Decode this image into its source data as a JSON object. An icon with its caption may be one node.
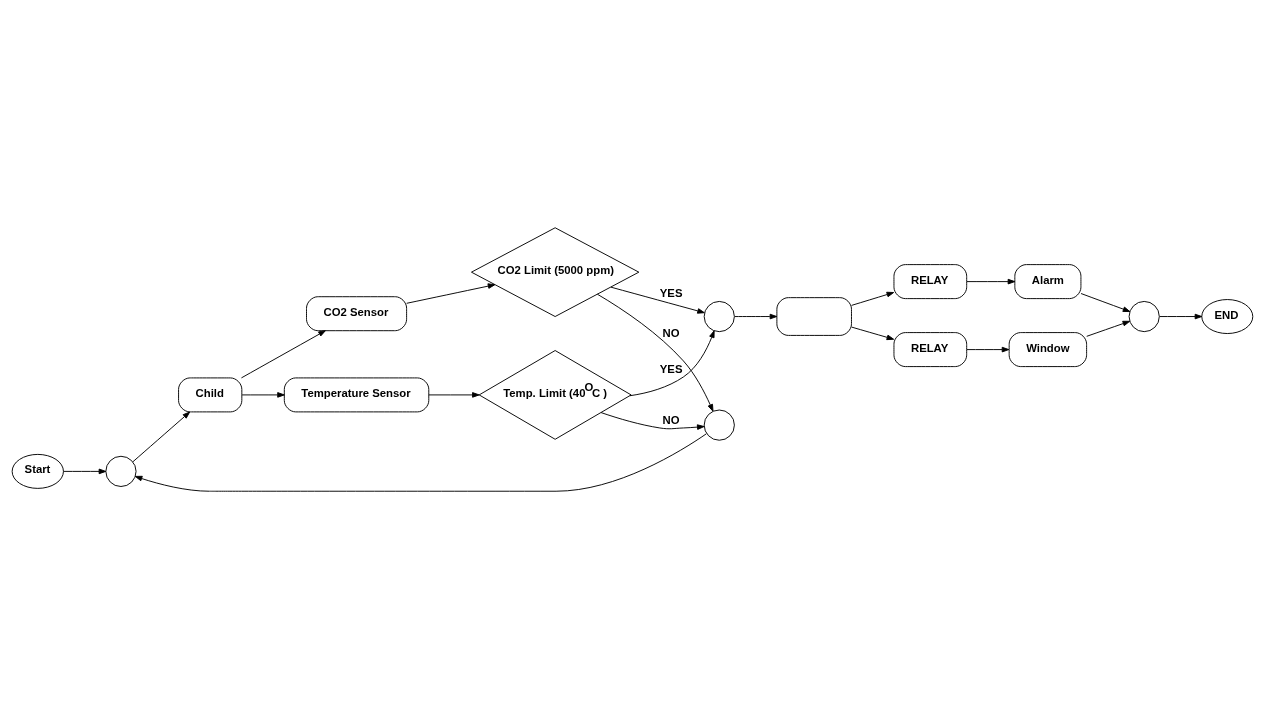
{
  "diagram": {
    "nodes": [
      {
        "text": [
          "Start"
        ]
      },
      {
        "text": [],
        "shape": "circle"
      },
      {
        "text": [
          "Child"
        ]
      },
      {
        "text": [
          "CO2 Sensor"
        ]
      },
      {
        "text": [
          "Temperature Sensor"
        ]
      },
      {
        "text": [
          "CO2 Limit (5000 ppm)"
        ]
      },
      {
        "text": [
          "Temp. Limit (40$^{O}$C )"
        ]
      },
      {
        "text": [],
        "shape": "circle"
      },
      {
        "text": [],
        "shape": "circle"
      },
      {
        "text": [],
        "shape": "box"
      },
      {
        "text": [
          "RELAY"
        ]
      },
      {
        "text": [
          "RELAY"
        ]
      },
      {
        "text": [
          "Alarm"
        ]
      },
      {
        "text": [
          "Window"
        ]
      },
      {
        "text": [],
        "shape": "circle"
      },
      {
        "text": [
          "END"
        ]
      }
    ],
    "edges": [
      {
        "from": 0,
        "to": 1,
        "arrow": "to"
      },
      {
        "from": 1,
        "to": 2,
        "arrow": "to"
      },
      {
        "from": 2,
        "to": 3,
        "arrow": "to"
      },
      {
        "from": 2,
        "to": 4,
        "arrow": "to"
      },
      {
        "from": 3,
        "to": 5,
        "arrow": "to"
      },
      {
        "from": 4,
        "to": 6,
        "arrow": "to"
      },
      {
        "from": 6,
        "to": 7,
        "arrow": "to",
        "label": "NO"
      },
      {
        "from": 6,
        "to": 8,
        "arrow": "to",
        "label": "YES"
      },
      {
        "from": 5,
        "to": 7,
        "arrow": "to",
        "label": "NO"
      },
      {
        "from": 5,
        "to": 8,
        "arrow": "to",
        "label": "YES"
      },
      {
        "from": 7,
        "to": 1,
        "arrow": "to"
      },
      {
        "from": 8,
        "to": 9,
        "arrow": "to"
      },
      {
        "from": 9,
        "to": 10,
        "arrow": "to"
      },
      {
        "from": 9,
        "to": 11,
        "arrow": "to"
      },
      {
        "from": 10,
        "to": 12,
        "arrow": "to"
      },
      {
        "from": 11,
        "to": 13,
        "arrow": "to"
      },
      {
        "from": 12,
        "to": 14,
        "arrow": "to"
      },
      {
        "from": 13,
        "to": 14,
        "arrow": "to"
      },
      {
        "from": 14,
        "to": 15,
        "arrow": "to"
      }
    ]
  }
}
